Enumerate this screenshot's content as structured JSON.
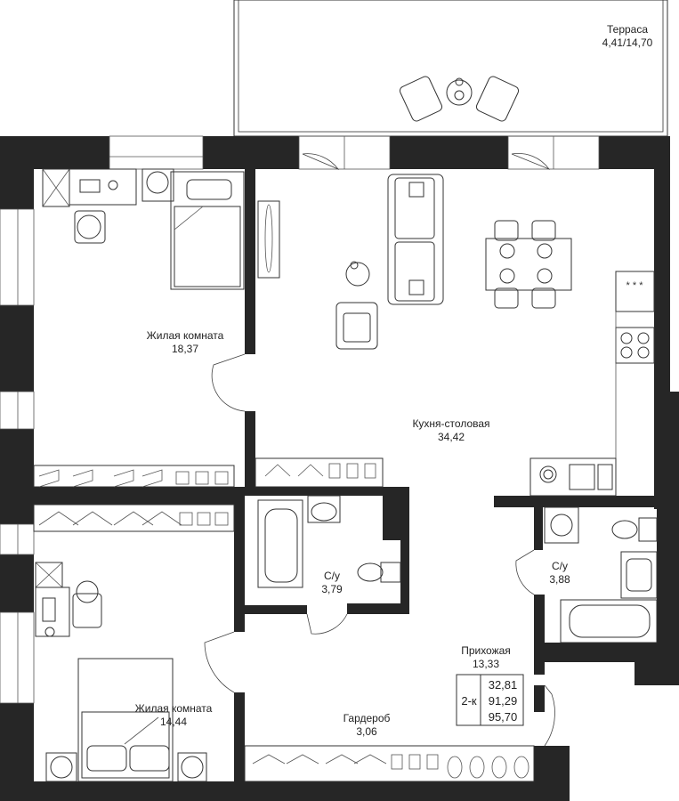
{
  "colors": {
    "wall": "#262626",
    "line": "#333333",
    "background": "#ffffff"
  },
  "rooms": {
    "terrace": {
      "name": "Терраса",
      "area": "4,41/14,70"
    },
    "living1": {
      "name": "Жилая комната",
      "area": "18,37"
    },
    "kitchen": {
      "name": "Кухня-столовая",
      "area": "34,42"
    },
    "bath1": {
      "name": "С/у",
      "area": "3,79"
    },
    "bath2": {
      "name": "С/у",
      "area": "3,88"
    },
    "hall": {
      "name": "Прихожая",
      "area": "13,33"
    },
    "living2": {
      "name": "Жилая комната",
      "area": "14,44"
    },
    "wardrobe": {
      "name": "Гардероб",
      "area": "3,06"
    }
  },
  "summary": {
    "type": "2-к",
    "values": [
      "32,81",
      "91,29",
      "95,70"
    ]
  }
}
